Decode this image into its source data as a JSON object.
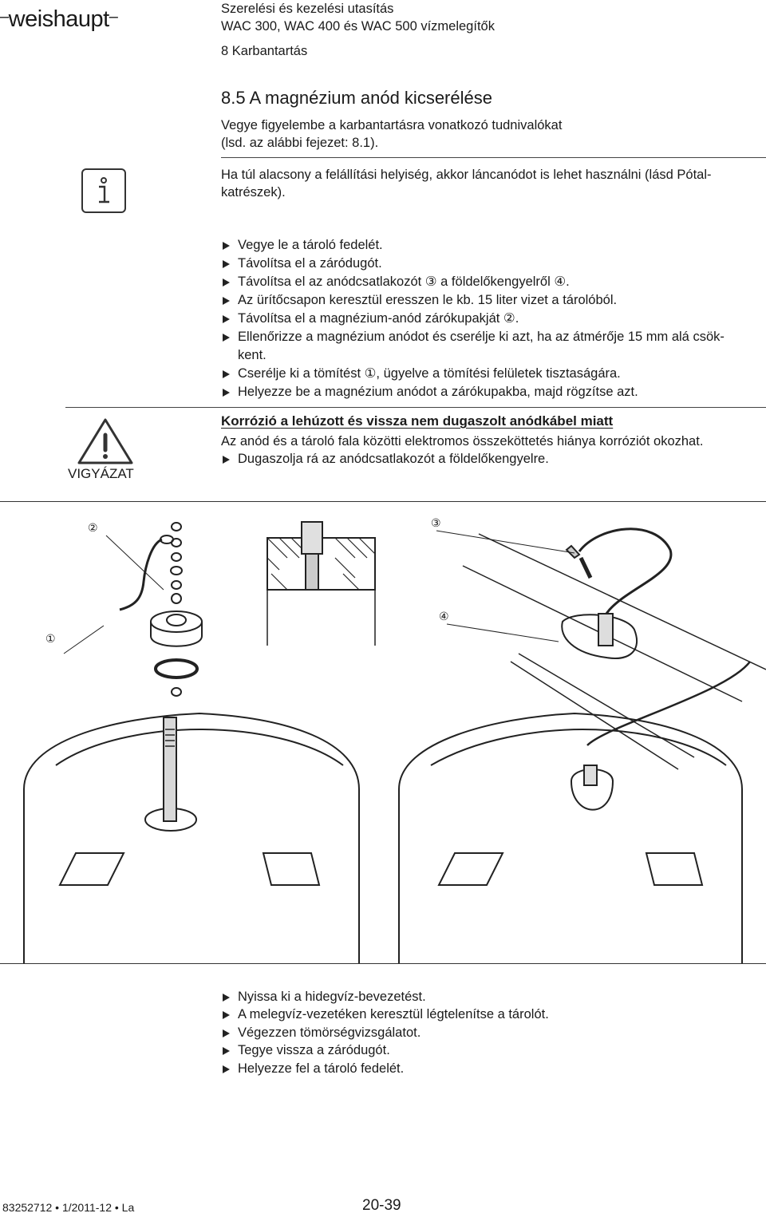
{
  "header": {
    "logo": "weishaupt",
    "doc_title": "Szerelési és kezelési utasítás",
    "doc_subtitle": "WAC 300, WAC 400 és WAC 500 vízmelegítők",
    "chapter": "8 Karbantartás"
  },
  "section": {
    "title": "8.5 A magnézium anód kicserélése",
    "intro_line1": "Vegye figyelembe a karbantartásra vonatkozó tudnivalókat",
    "intro_line2": "(lsd. az alábbi fejezet: 8.1).",
    "info_line1": "Ha túl alacsony a felállítási helyiség, akkor láncanódot is lehet használni (lásd Pótal-",
    "info_line2": "katrészek)."
  },
  "steps": [
    "Vegye le a tároló fedelét.",
    "Távolítsa el a záródugót.",
    "Távolítsa el az anódcsatlakozót ③ a földelőkengyelről ④.",
    "Az ürítőcsapon keresztül eresszen le kb. 15 liter vizet a tárolóból.",
    "Távolítsa el a magnézium-anód zárókupakját ②.",
    "Ellenőrizze a magnézium anódot és cserélje ki azt, ha az átmérője 15 mm alá csök-",
    "Cserélje ki a tömítést ①, ügyelve a tömítési felületek tisztaságára.",
    "Helyezze be a magnézium anódot a zárókupakba, majd rögzítse azt."
  ],
  "step_continuation": "kent.",
  "warning": {
    "label": "VIGYÁZAT",
    "title": "Korrózió a lehúzott és vissza nem dugaszolt anódkábel miatt",
    "text": "Az anód és a tároló fala közötti elektromos összeköttetés hiánya korróziót okozhat.",
    "action": "Dugaszolja rá az anódcsatlakozót a földelőkengyelre."
  },
  "figure": {
    "callouts": [
      "②",
      "③",
      "④",
      "①"
    ]
  },
  "steps_after": [
    "Nyissa ki a hidegvíz-bevezetést.",
    "A melegvíz-vezetéken keresztül légtelenítse a tárolót.",
    "Végezzen tömörségvizsgálatot.",
    "Tegye vissza a záródugót.",
    "Helyezze fel a tároló fedelét."
  ],
  "footer": {
    "doc_number": "83252712 • 1/2011-12 • La",
    "page": "20-39"
  }
}
